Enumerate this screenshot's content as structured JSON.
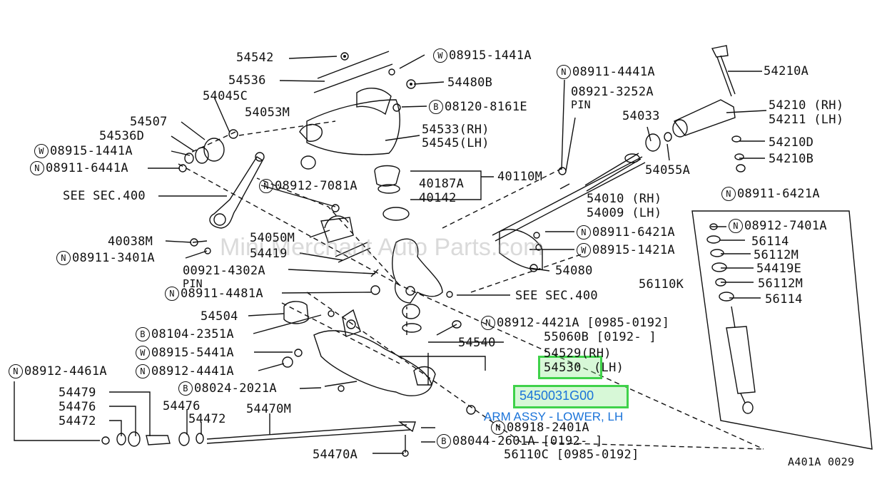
{
  "watermark": "Mini Merchant Auto Parts.com",
  "figure_code": "A401A 0029",
  "highlight": {
    "callout_part": "54530",
    "part_number": "5450031G00",
    "description": "ARM ASSY - LOWER, LH"
  },
  "labels": {
    "l54542": "54542",
    "l54536": "54536",
    "l54045c": "54045C",
    "l54053m": "54053M",
    "l54507": "54507",
    "l54536d": "54536D",
    "l08915_1441a_w": "08915-1441A",
    "l08911_6441a": "08911-6441A",
    "see400_a": "SEE SEC.400",
    "l08915_1441a_top": "08915-1441A",
    "l54480b": "54480B",
    "l08120_8161e": "08120-8161E",
    "l54533": "54533(RH)",
    "l54545": "54545(LH)",
    "l40187a": "40187A",
    "l40142": "40142",
    "l40110m": "40110M",
    "l08912_7081a": "08912-7081A",
    "l08911_4441a_top": "08911-4441A",
    "l08921_3252a": "08921-3252A",
    "pin_a": "PIN",
    "l54033": "54033",
    "l54055a": "54055A",
    "l54010": "54010 (RH)",
    "l54009": "54009 (LH)",
    "l54210a": "54210A",
    "l54210": "54210 (RH)",
    "l54211": "54211 (LH)",
    "l54210d": "54210D",
    "l54210b": "54210B",
    "l08911_6421a_r": "08911-6421A",
    "l40038m": "40038M",
    "l08911_3401a": "08911-3401A",
    "l54050m": "54050M",
    "l54419": "54419",
    "l00921_4302a": "00921-4302A",
    "pin_b": "PIN",
    "l08911_4481a": "08911-4481A",
    "l08911_6421a_m": "08911-6421A",
    "l08915_1421a": "08915-1421A",
    "l54080": "54080",
    "see400_b": "SEE SEC.400",
    "l08912_7401a": "08912-7401A",
    "l56114_a": "56114",
    "l56112m_a": "56112M",
    "l54419e": "54419E",
    "l56110k": "56110K",
    "l56112m_b": "56112M",
    "l56114_b": "56114",
    "l54504": "54504",
    "l08104_2351a": "08104-2351A",
    "l08915_5441a": "08915-5441A",
    "l08912_4441a": "08912-4441A",
    "l08912_4461a": "08912-4461A",
    "l54540": "54540",
    "l08912_4421a": "08912-4421A [0985-0192]",
    "l55060b": "55060B [0192-      ]",
    "l54529": "54529(RH)",
    "l54530_lh": "(LH)",
    "l08024_2021a": "08024-2021A",
    "l54479": "54479",
    "l54476_a": "54476",
    "l54472_a": "54472",
    "l54476_b": "54476",
    "l54472_b": "54472",
    "l54470m": "54470M",
    "l08918_2401a": "08918-2401A",
    "l08044_2601a": "08044-2601A [0192-     ]",
    "l56110c": "56110C [0985-0192]",
    "l54470a": "54470A"
  },
  "circle_marks": {
    "W": "W",
    "N": "N",
    "B": "B"
  }
}
